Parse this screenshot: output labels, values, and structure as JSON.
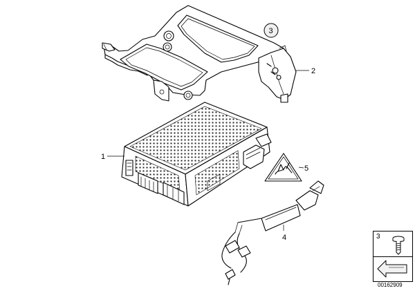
{
  "callouts": {
    "part1": "1",
    "part2": "2",
    "part3": "3",
    "part4": "4",
    "part5": "5"
  },
  "legend": {
    "part_number": "3"
  },
  "document_number": "00162909",
  "colors": {
    "line": "#000000",
    "background": "#ffffff",
    "shade": "#e6e6e6"
  }
}
